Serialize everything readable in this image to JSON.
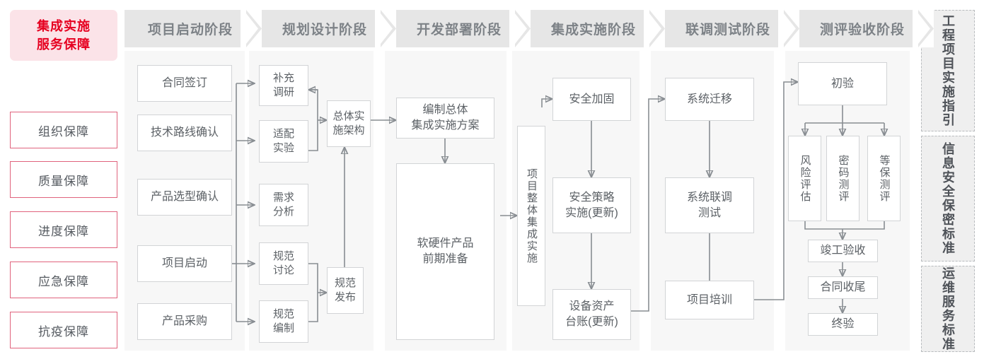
{
  "title": "集成实施服务保障流程图",
  "colors": {
    "accent_red": "#e60020",
    "accent_red_soft": "#e0637d",
    "head_bg": "#fbe3e8",
    "phase_header_bg": "#e6e6e6",
    "phase_body_bg": "#f7f7f7",
    "node_border": "#d2d4d6",
    "wire": "#888d92",
    "text": "#5c6166"
  },
  "guarantee": {
    "header": "集成实施\n服务保障",
    "header_line1": "集成实施",
    "header_line2": "服务保障",
    "items": [
      {
        "label": "组织保障"
      },
      {
        "label": "质量保障"
      },
      {
        "label": "进度保障"
      },
      {
        "label": "应急保障"
      },
      {
        "label": "抗疫保障"
      }
    ]
  },
  "phases": [
    {
      "id": "startup",
      "title": "项目启动阶段",
      "nodes": [
        {
          "id": "contract",
          "label": "合同签订"
        },
        {
          "id": "techroute",
          "label": "技术路线确认"
        },
        {
          "id": "product",
          "label": "产品选型确认"
        },
        {
          "id": "kickoff",
          "label": "项目启动"
        },
        {
          "id": "purchase",
          "label": "产品采购"
        }
      ]
    },
    {
      "id": "planning",
      "title": "规划设计阶段",
      "nodes": [
        {
          "id": "survey",
          "label": "补充\n调研",
          "l1": "补充",
          "l2": "调研"
        },
        {
          "id": "adapt",
          "label": "适配\n实验",
          "l1": "适配",
          "l2": "实验"
        },
        {
          "id": "require",
          "label": "需求\n分析",
          "l1": "需求",
          "l2": "分析"
        },
        {
          "id": "specdisc",
          "label": "规范\n讨论",
          "l1": "规范",
          "l2": "讨论"
        },
        {
          "id": "specwrite",
          "label": "规范\n编制",
          "l1": "规范",
          "l2": "编制"
        },
        {
          "id": "arch",
          "label": "总体实\n施架构",
          "l1": "总体实",
          "l2": "施架构"
        },
        {
          "id": "specpub",
          "label": "规范\n发布",
          "l1": "规范",
          "l2": "发布"
        }
      ]
    },
    {
      "id": "deploy",
      "title": "开发部署阶段",
      "nodes": [
        {
          "id": "plan",
          "label": "编制总体\n集成实施方案",
          "l1": "编制总体",
          "l2": "集成实施方案"
        },
        {
          "id": "prep",
          "label": "软硬件产品\n前期准备",
          "l1": "软硬件产品",
          "l2": "前期准备"
        }
      ]
    },
    {
      "id": "integrate",
      "title": "集成实施阶段",
      "nodes": [
        {
          "id": "overall",
          "label": "项目整体集成实施"
        },
        {
          "id": "harden",
          "label": "安全加固"
        },
        {
          "id": "secpol",
          "label": "安全策略\n实施(更新)",
          "l1": "安全策略",
          "l2": "实施(更新)"
        },
        {
          "id": "asset",
          "label": "设备资产\n台账(更新)",
          "l1": "设备资产",
          "l2": "台账(更新)"
        }
      ]
    },
    {
      "id": "testing",
      "title": "联调测试阶段",
      "nodes": [
        {
          "id": "migrate",
          "label": "系统迁移"
        },
        {
          "id": "jointest",
          "label": "系统联调\n测试",
          "l1": "系统联调",
          "l2": "测试"
        },
        {
          "id": "training",
          "label": "项目培训"
        }
      ]
    },
    {
      "id": "acceptance",
      "title": "测评验收阶段",
      "nodes": [
        {
          "id": "prelim",
          "label": "初验"
        },
        {
          "id": "risk",
          "label": "风险评估"
        },
        {
          "id": "crypto",
          "label": "密码测评"
        },
        {
          "id": "grade",
          "label": "等保测评"
        },
        {
          "id": "complete",
          "label": "竣工验收"
        },
        {
          "id": "closeout",
          "label": "合同收尾"
        },
        {
          "id": "final",
          "label": "终验"
        }
      ]
    }
  ],
  "standards": [
    {
      "id": "eng",
      "label": "工程项目实施指引"
    },
    {
      "id": "sec",
      "label": "信息安全保密标准"
    },
    {
      "id": "ops",
      "label": "运维服务标准"
    }
  ]
}
